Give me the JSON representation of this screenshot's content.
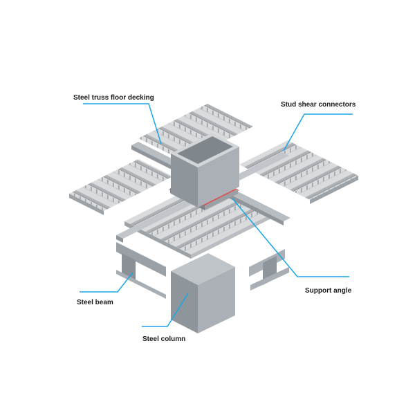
{
  "labels": {
    "decking": "Steel truss floor decking",
    "studs": "Stud shear connectors",
    "angle": "Support angle",
    "beam": "Steel beam",
    "column": "Steel column"
  },
  "colors": {
    "leader": "#1aa6e6",
    "deck_light": "#dcdee0",
    "deck_dark": "#a9adb1",
    "steel": "#9aa0a6",
    "steel_dark": "#7a8086",
    "seal": "#e03030"
  }
}
